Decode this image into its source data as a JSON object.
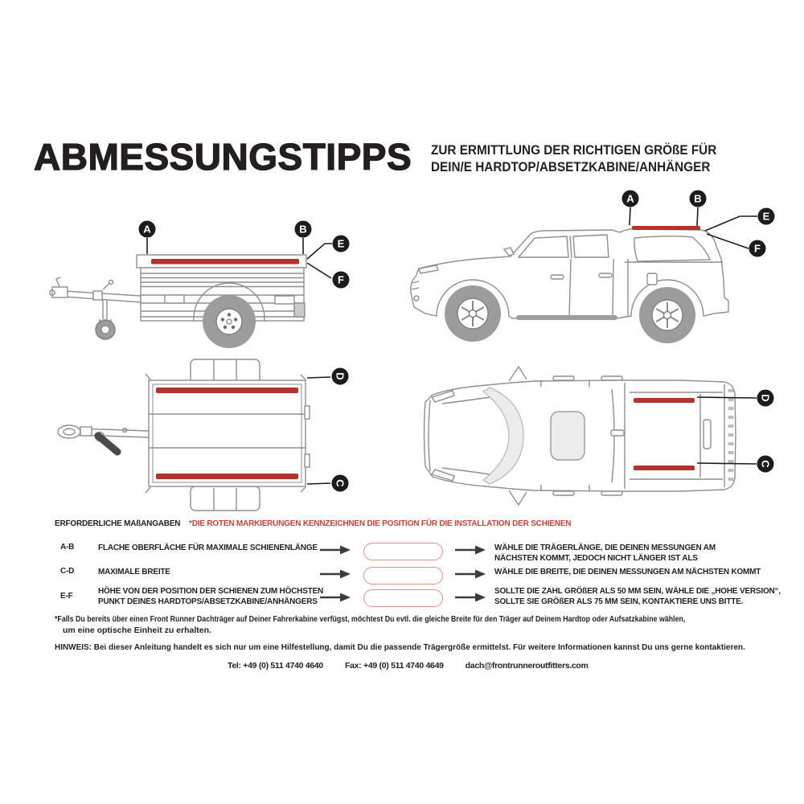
{
  "header": {
    "title": "ABMESSUNGSTIPPS",
    "subtitle_line1": "ZUR ERMITTLUNG DER RICHTIGEN GRÖßE FÜR",
    "subtitle_line2": "DEIN/E HARDTOP/ABSETZKABINE/ANHÄNGER"
  },
  "diagrams": {
    "trailer_side": {
      "labels": {
        "a": "A",
        "b": "B",
        "e": "E",
        "f": "F"
      }
    },
    "truck_side": {
      "labels": {
        "a": "A",
        "b": "B",
        "e": "E",
        "f": "F"
      }
    },
    "trailer_top": {
      "labels": {
        "d": "D",
        "c": "C"
      }
    },
    "truck_top": {
      "labels": {
        "d": "D",
        "c": "C"
      }
    }
  },
  "measurements": {
    "section_title": "ERFORDERLICHE MAßANGABEN",
    "red_note": "*DIE ROTEN MARKIERUNGEN KENNZEICHNEN DIE POSITION FÜR DIE INSTALLATION DER SCHIENEN",
    "rows": [
      {
        "range": "A-B",
        "description_lines": [
          "FLACHE OBERFLÄCHE FÜR MAXIMALE SCHIENENLÄNGE"
        ],
        "instruction_lines": [
          "WÄHLE DIE TRÄGERLÄNGE, DIE DEINEN MESSUNGEN AM",
          "NÄCHSTEN KOMMT, JEDOCH NICHT LÄNGER IST ALS"
        ]
      },
      {
        "range": "C-D",
        "description_lines": [
          "MAXIMALE BREITE"
        ],
        "instruction_lines": [
          "WÄHLE DIE BREITE, DIE DEINEN MESSUNGEN AM NÄCHSTEN KOMMT"
        ]
      },
      {
        "range": "E-F",
        "description_lines": [
          "HÖHE VON DER POSITION DER SCHIENEN ZUM HÖCHSTEN",
          "PUNKT DEINES HARDTOPS/ABSETZKABINE/ANHÄNGERS"
        ],
        "instruction_lines": [
          "SOLLTE DIE ZAHL GRÖßER ALS 50 MM SEIN, WÄHLE DIE „HOHE VERSION“,",
          "SOLLTE SIE GRÖßER ALS 75 MM SEIN, KONTAKTIERE UNS BITTE."
        ]
      }
    ]
  },
  "footnotes": {
    "asterisk_line1": "*Falls Du bereits über einen Front Runner Dachträger auf Deiner Fahrerkabine verfügst, möchtest Du evtl. die gleiche Breite für den Träger auf Deinem Hardtop oder Aufsatzkabine wählen,",
    "asterisk_line2": "um eine optische Einheit zu erhalten.",
    "hinweis": "HINWEIS: Bei dieser Anleitung handelt es sich nur um eine Hilfestellung, damit Du die passende Trägergröße ermittelst. Für weitere Informationen kannst Du uns gerne kontaktieren."
  },
  "contact": {
    "tel": "Tel: +49 (0) 511 4740 4640",
    "fax": "Fax: +49 (0) 511 4740 4649",
    "email": "dach@frontrunneroutfitters.com"
  },
  "icons": {
    "measure_arrow": "arrow-right"
  },
  "colors": {
    "text_black": "#231f20",
    "rail_marking_red": "#b2322c",
    "note_red": "#c8423a",
    "pill_outline_salmon": "#dd9383",
    "line_art_gray": "#8e8e8e",
    "wheel_gray": "#9c9c9c",
    "arrow_dark": "#3c3c3c"
  }
}
